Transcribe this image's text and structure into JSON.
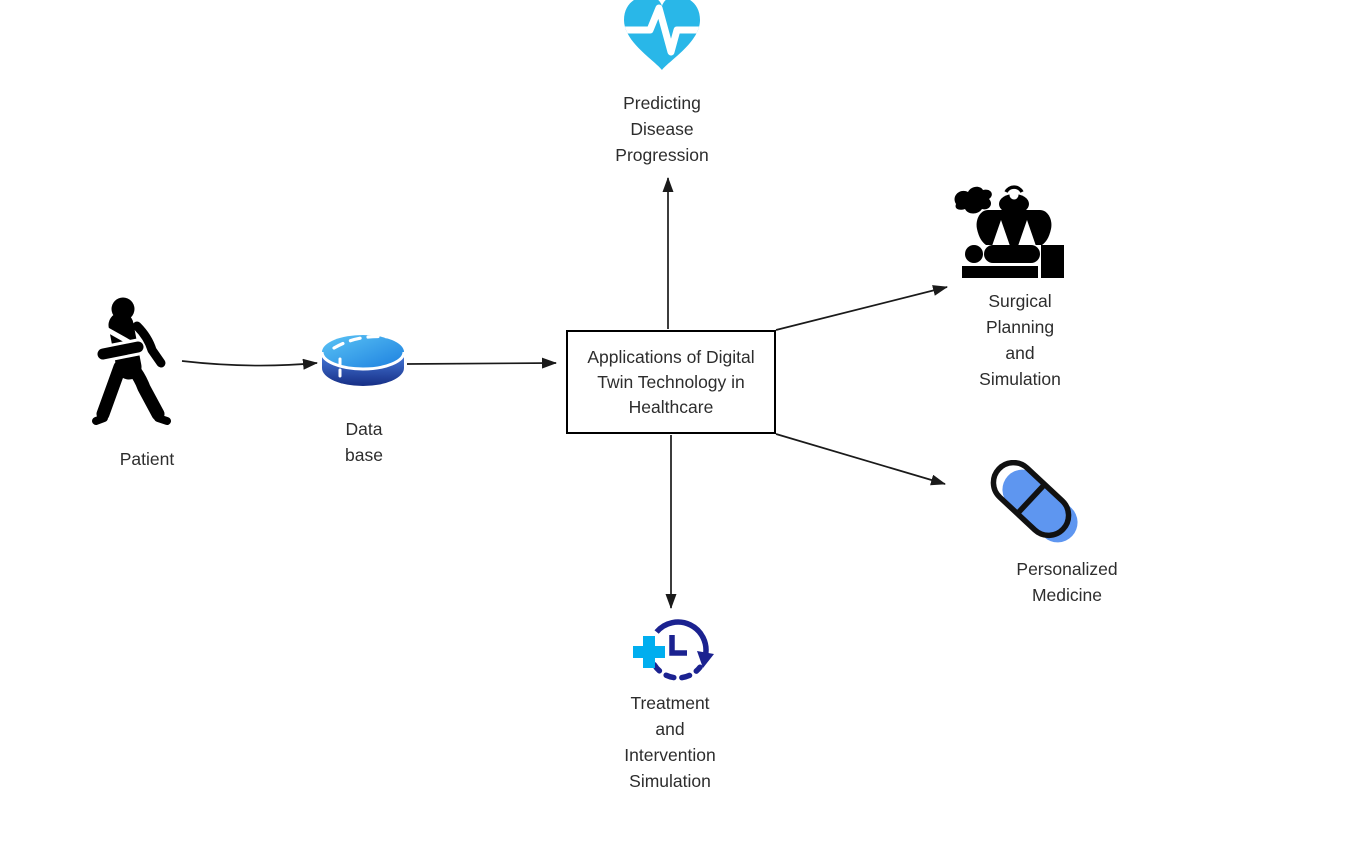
{
  "diagram": {
    "background": "#ffffff",
    "center_node": {
      "label": "Applications of Digital\nTwin Technology in\nHealthcare"
    },
    "nodes": {
      "patient": {
        "label": "Patient",
        "icon": "injured-patient-walking-icon",
        "icon_color": "#000000"
      },
      "database": {
        "label": "Data\nbase",
        "icon": "database-cylinder-icon",
        "icon_color_top": "#5BC4F5",
        "icon_color_bottom": "#162E85"
      },
      "predicting_disease_progression": {
        "label": "Predicting\nDisease\nProgression",
        "icon": "heartbeat-heart-icon",
        "icon_color": "#29B7E8"
      },
      "surgical_planning_and_simulation": {
        "label": "Surgical\nPlanning\nand\nSimulation",
        "icon": "surgery-operating-table-icon",
        "icon_color": "#000000"
      },
      "personalized_medicine": {
        "label": "Personalized\nMedicine",
        "icon": "pill-capsule-icon",
        "icon_color": "#5E96F0",
        "icon_outline": "#111111"
      },
      "treatment_and_intervention_simulation": {
        "label": "Treatment\nand\nIntervention\nSimulation",
        "icon": "clock-refresh-plus-icon",
        "icon_color": "#1B2290",
        "icon_accent": "#00AEEF"
      }
    },
    "edges": [
      {
        "from": "patient",
        "to": "database"
      },
      {
        "from": "database",
        "to": "center"
      },
      {
        "from": "center",
        "to": "predicting_disease_progression"
      },
      {
        "from": "center",
        "to": "surgical_planning_and_simulation"
      },
      {
        "from": "center",
        "to": "personalized_medicine"
      },
      {
        "from": "center",
        "to": "treatment_and_intervention_simulation"
      }
    ],
    "colors": {
      "heart_cyan": "#29B7E8",
      "pill_blue": "#5E96F0",
      "pill_outline": "#111111",
      "clock_navy": "#1B2290",
      "plus_cyan": "#00AEEF",
      "icon_black": "#000000",
      "arrow": "#1A1A1A",
      "text": "#2D2D2D",
      "box_border": "#000000"
    }
  }
}
